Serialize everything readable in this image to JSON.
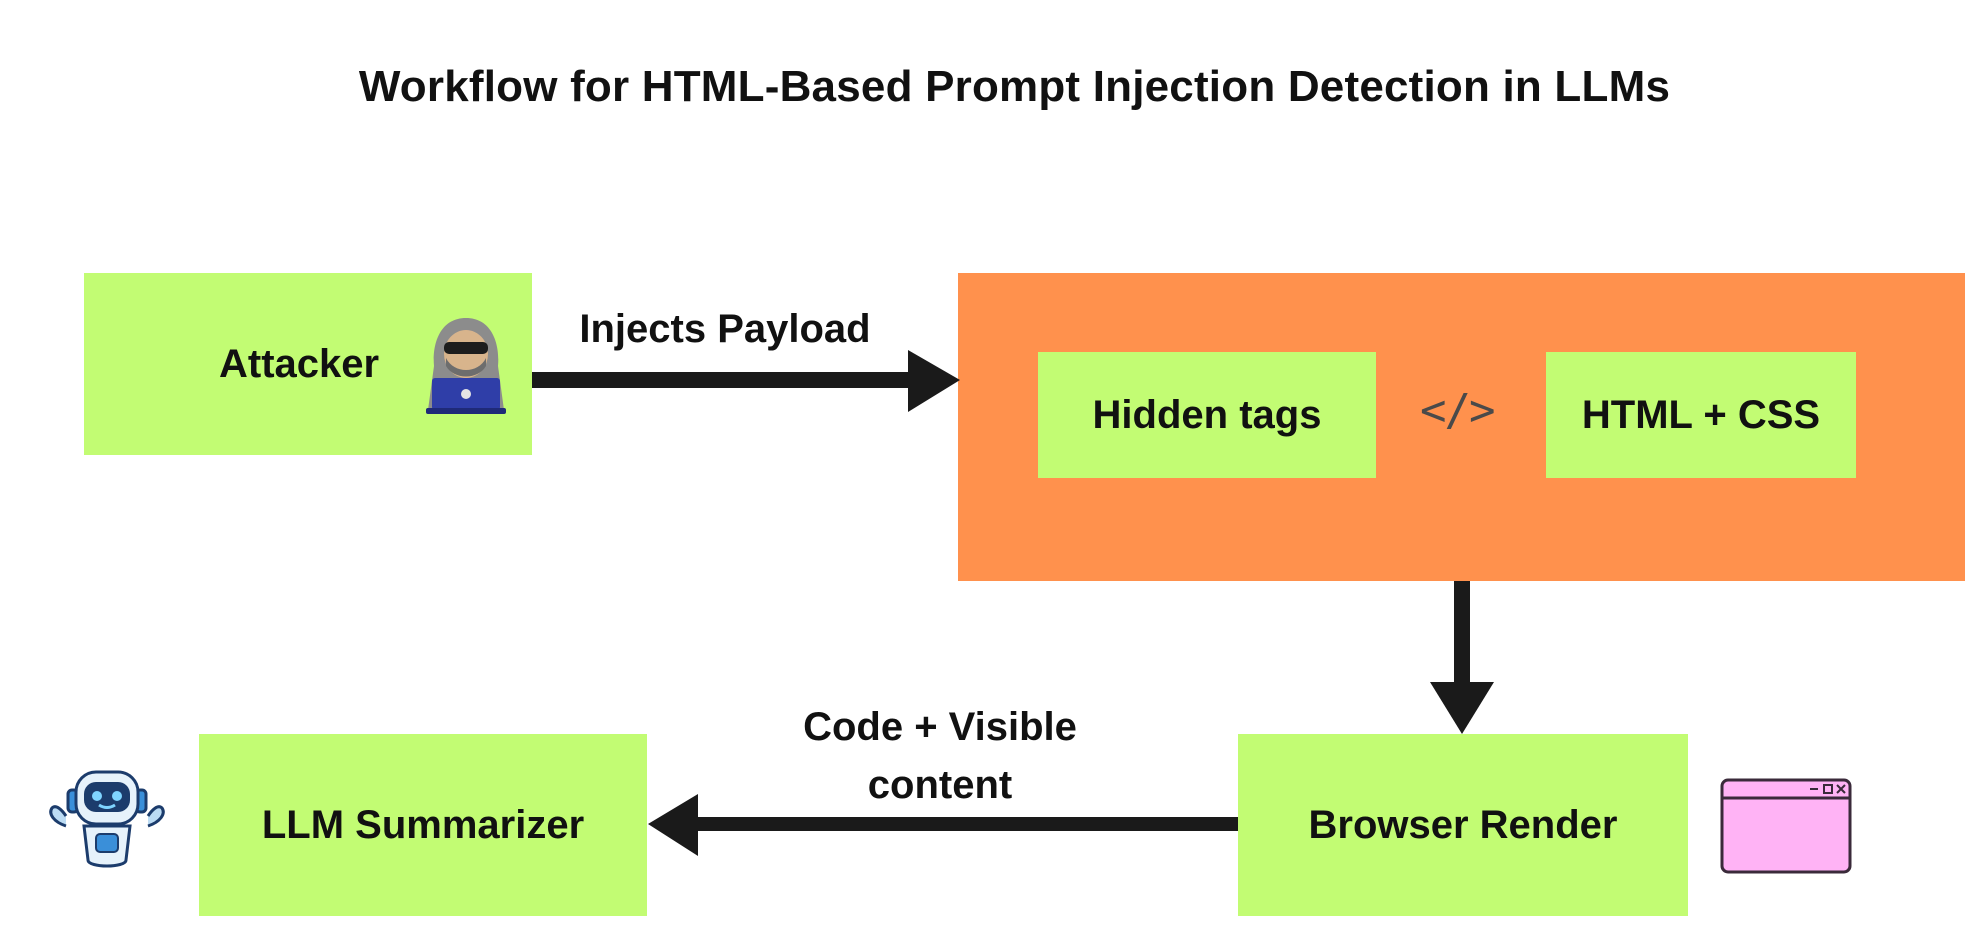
{
  "title": "Workflow for HTML-Based Prompt Injection Detection in LLMs",
  "nodes": {
    "attacker": "Attacker",
    "hidden_tags": "Hidden tags",
    "html_css": "HTML + CSS",
    "browser_render": "Browser Render",
    "llm_summarizer": "LLM Summarizer"
  },
  "edges": {
    "injects_payload": "Injects Payload",
    "code_visible_line1": "Code + Visible",
    "code_visible_line2": "content"
  },
  "code_symbol": "</>",
  "icons": {
    "attacker": "hacker-icon",
    "code": "code-brackets-icon",
    "browser": "browser-window-icon",
    "llm": "robot-icon"
  },
  "colors": {
    "node_green": "#c2fc73",
    "container_orange": "#ff914d",
    "arrow": "#1a1a1a",
    "browser_pink": "#ffb3f5",
    "robot_blue": "#3a8fd9"
  }
}
